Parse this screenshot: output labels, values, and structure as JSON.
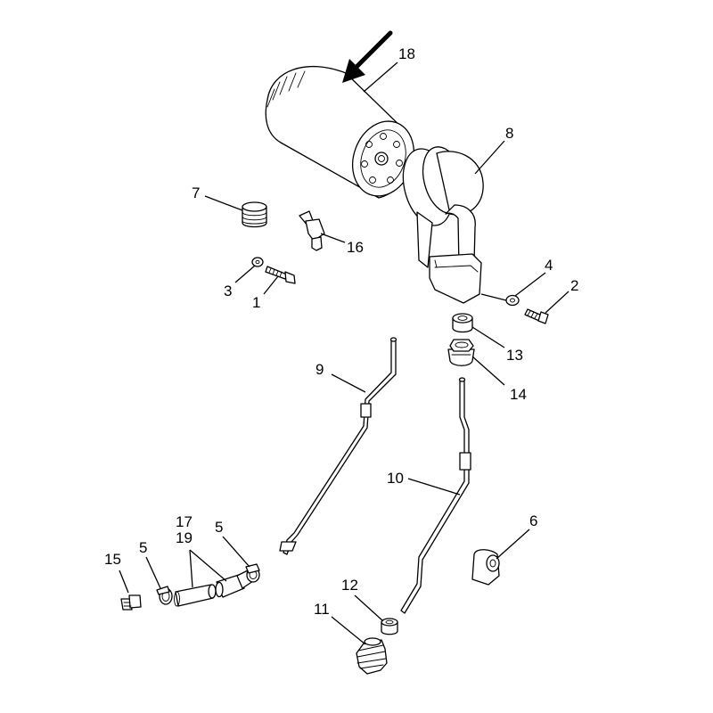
{
  "callouts": {
    "c1": "1",
    "c2": "2",
    "c3": "3",
    "c4": "4",
    "c5a": "5",
    "c5b": "5",
    "c6": "6",
    "c7": "7",
    "c8": "8",
    "c9": "9",
    "c10": "10",
    "c11": "11",
    "c12": "12",
    "c13": "13",
    "c14": "14",
    "c15": "15",
    "c16": "16",
    "c17": "17",
    "c18": "18",
    "c19": "19"
  },
  "colors": {
    "ink": "#000000",
    "paper": "#ffffff"
  }
}
